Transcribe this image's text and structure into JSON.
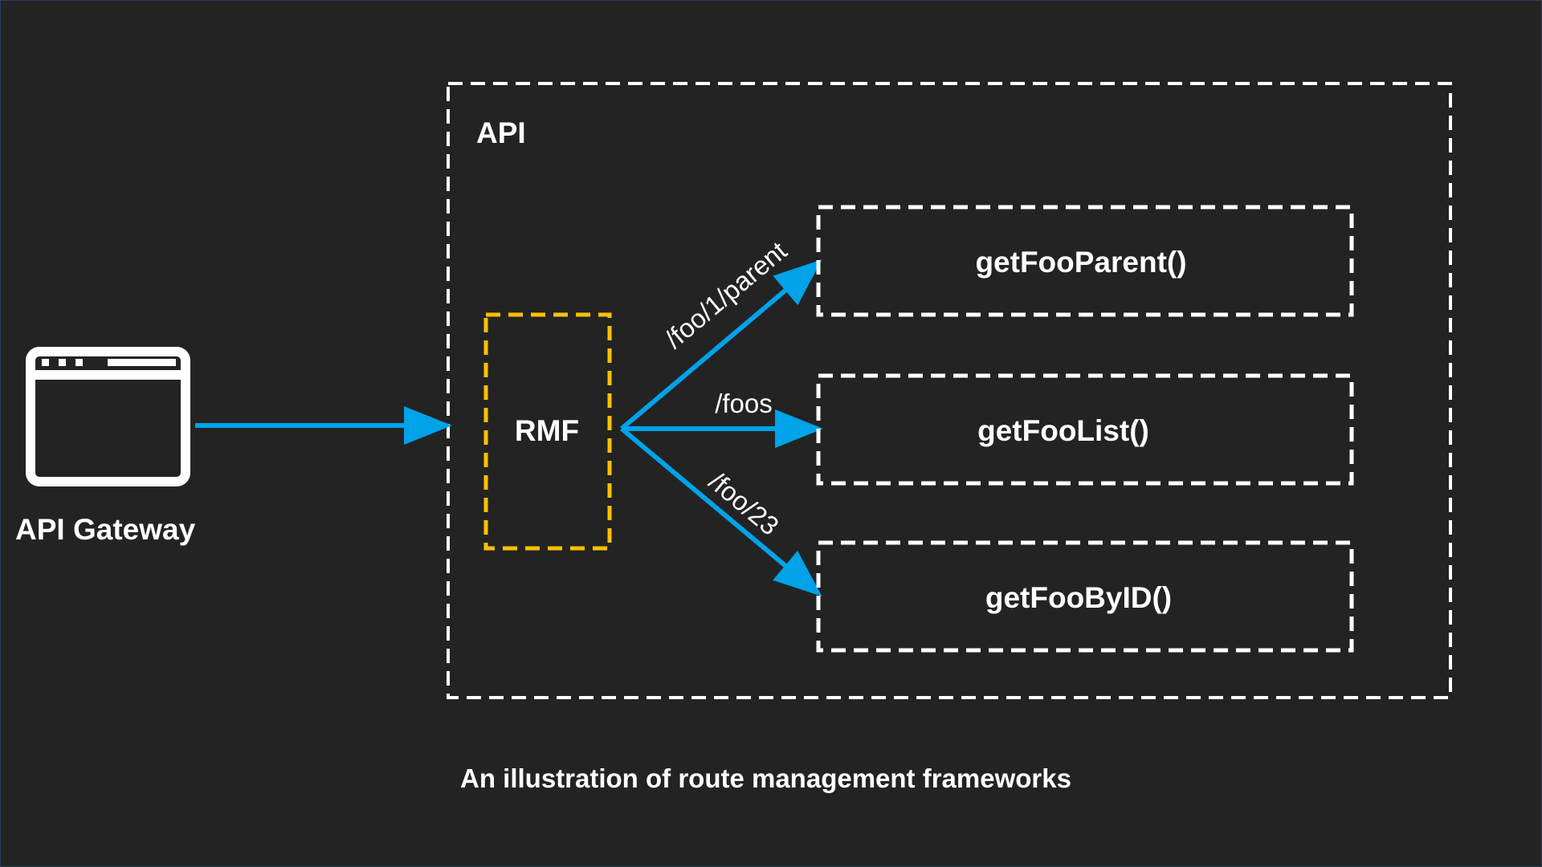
{
  "gateway": {
    "label": "API Gateway",
    "icon": "browser-window-icon"
  },
  "api_container": {
    "title": "API"
  },
  "rmf": {
    "label": "RMF"
  },
  "routes": [
    {
      "path": "/foo/1/parent",
      "handler": "getFooParent()"
    },
    {
      "path": "/foos",
      "handler": "getFooList()"
    },
    {
      "path": "/foo/23",
      "handler": "getFooByID()"
    }
  ],
  "caption": "An illustration of route management frameworks",
  "colors": {
    "background": "#232323",
    "arrow": "#00a2e8",
    "rmf_border": "#ffc000",
    "box_border": "#ffffff",
    "text": "#ffffff"
  }
}
